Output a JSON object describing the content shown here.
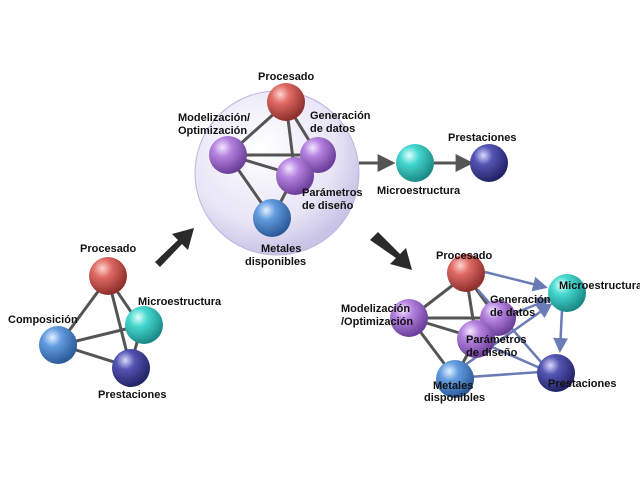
{
  "colors": {
    "red": "#d9534f",
    "purple": "#b27fdc",
    "blue": "#5a92d8",
    "teal": "#3fd0c8",
    "navy": "#4a4aa0",
    "edge": "#555555",
    "arrow_edge": "#6b7bb5",
    "big_arrow": "#2a2a2a",
    "bubble": "#dcd8f0"
  },
  "diagram1": {
    "labels": {
      "procesado": "Procesado",
      "composicion": "Composición",
      "microestructura": "Microestructura",
      "prestaciones": "Prestaciones"
    }
  },
  "diagram2": {
    "labels": {
      "procesado": "Procesado",
      "modelizacion_l1": "Modelización/",
      "modelizacion_l2": "Optimización",
      "generacion_l1": "Generación",
      "generacion_l2": "de datos",
      "parametros_l1": "Parámetros",
      "parametros_l2": "de diseño",
      "metales_l1": "Metales",
      "metales_l2": "disponibles",
      "microestructura": "Microestructura",
      "prestaciones": "Prestaciones"
    }
  },
  "diagram3": {
    "labels": {
      "procesado": "Procesado",
      "microestructura": "Microestructura",
      "modelizacion_l1": "Modelización",
      "modelizacion_l2": "/Optimización",
      "generacion_l1": "Generación",
      "generacion_l2": "de datos",
      "parametros_l1": "Parámetros",
      "parametros_l2": "de diseño",
      "metales_l1": "Metales",
      "metales_l2": "disponibles",
      "prestaciones": "Prestaciones"
    }
  }
}
